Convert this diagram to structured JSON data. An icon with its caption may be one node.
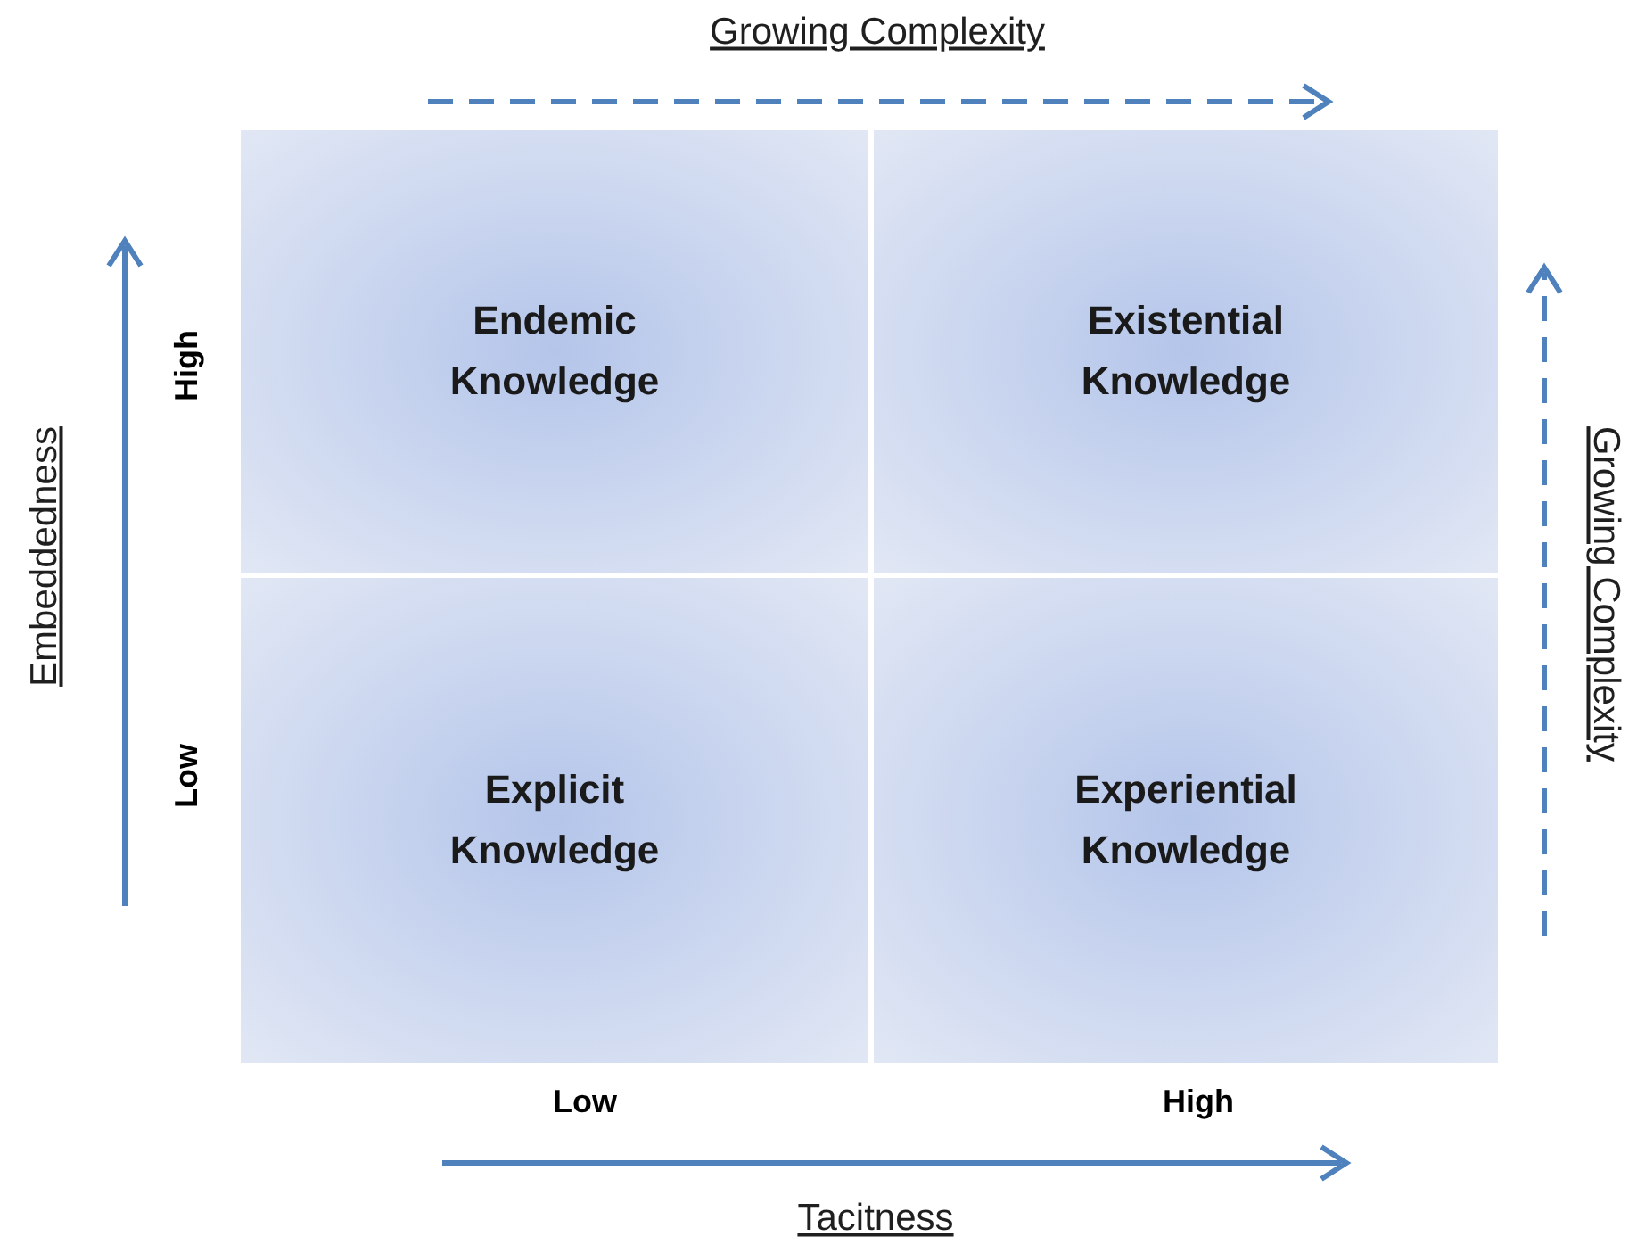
{
  "diagram": {
    "nodes": [
      {
        "text": [
          "Endemic Knowledge"
        ]
      },
      {
        "text": [
          "Existential Knowledge"
        ]
      },
      {
        "text": [
          "Explicit Knowledge"
        ]
      },
      {
        "text": [
          "Experiential Knowledge"
        ]
      }
    ],
    "labels": [
      "Growing Complexity",
      "Embeddedness",
      "High",
      "Growing Complexity",
      "Low",
      "Low",
      "High",
      "Tacitness"
    ]
  }
}
